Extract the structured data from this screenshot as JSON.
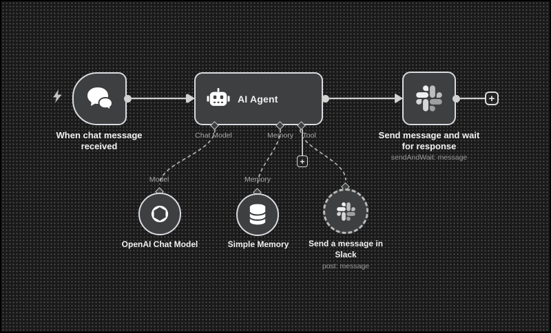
{
  "colors": {
    "canvas_bg": "#1a1a1a",
    "node_fill": "#3e3f41",
    "node_border": "#d9dbdf",
    "text_primary": "#f1f1f1",
    "text_secondary": "#9b9b9b",
    "connection_line": "#cfcfcf"
  },
  "trigger_node": {
    "title_line1": "When chat message",
    "title_line2": "received",
    "icon": "chat-bubbles-icon",
    "kind_icon": "lightning-icon"
  },
  "agent_node": {
    "title": "AI Agent",
    "icon": "robot-icon",
    "ports": {
      "chat_model": "Chat Model",
      "memory": "Memory",
      "tool": "Tool"
    }
  },
  "slack_wait_node": {
    "title_line1": "Send message and wait",
    "title_line2": "for response",
    "subtitle": "sendAndWait: message",
    "icon": "slack-icon"
  },
  "openai_node": {
    "output_label": "Model",
    "title": "OpenAI Chat Model",
    "icon": "openai-icon"
  },
  "memory_node": {
    "output_label": "Memory",
    "title": "Simple Memory",
    "icon": "database-icon"
  },
  "slack_tool_node": {
    "title_line1": "Send a message in",
    "title_line2": "Slack",
    "subtitle": "post: message",
    "icon": "slack-icon"
  },
  "buttons": {
    "add_node": "+",
    "add_tool": "+"
  }
}
